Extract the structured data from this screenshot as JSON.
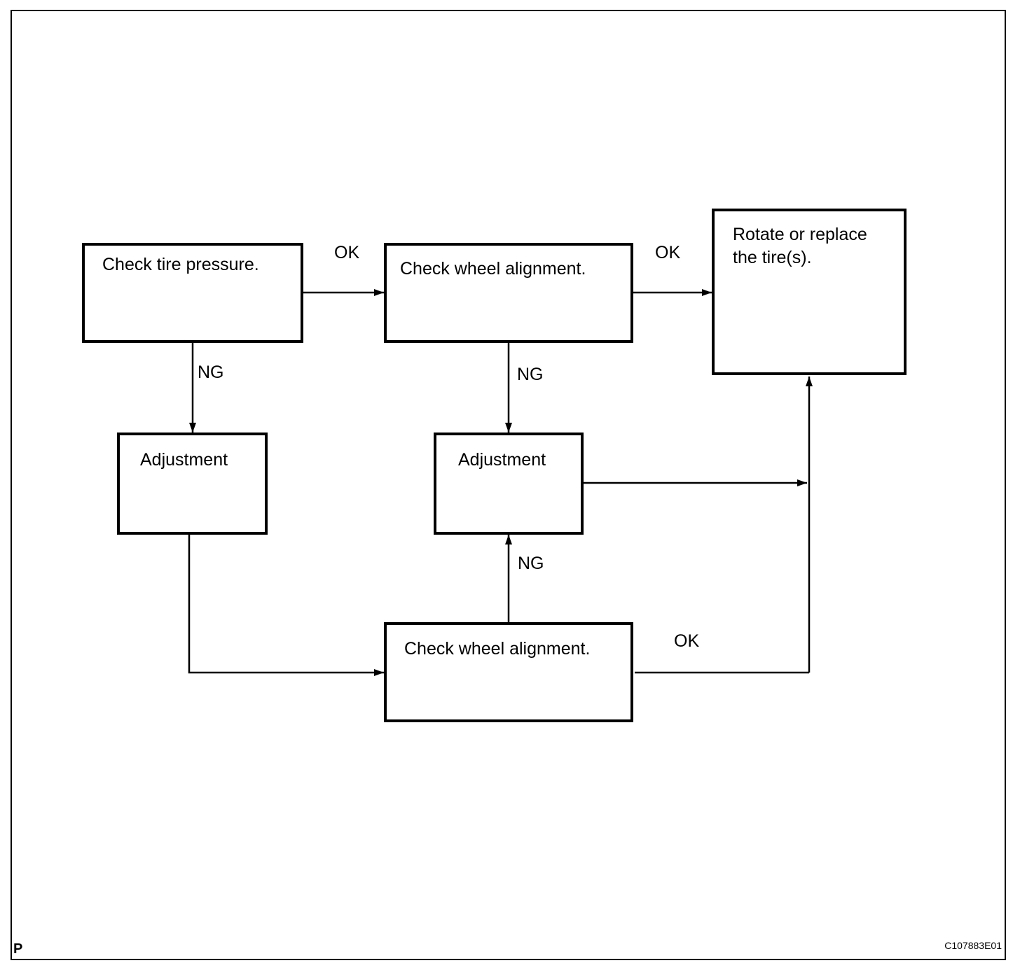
{
  "nodes": {
    "check_tire_pressure": "Check tire pressure.",
    "check_wheel_alignment_top": "Check wheel alignment.",
    "rotate_replace": "Rotate or replace\nthe tire(s).",
    "adjustment_left": "Adjustment",
    "adjustment_middle": "Adjustment",
    "check_wheel_alignment_bottom": "Check wheel alignment."
  },
  "edges": {
    "ok_1": "OK",
    "ok_2": "OK",
    "ok_3": "OK",
    "ng_1": "NG",
    "ng_2": "NG",
    "ng_3": "NG"
  },
  "corner_mark": "P",
  "figure_code": "C107883E01"
}
